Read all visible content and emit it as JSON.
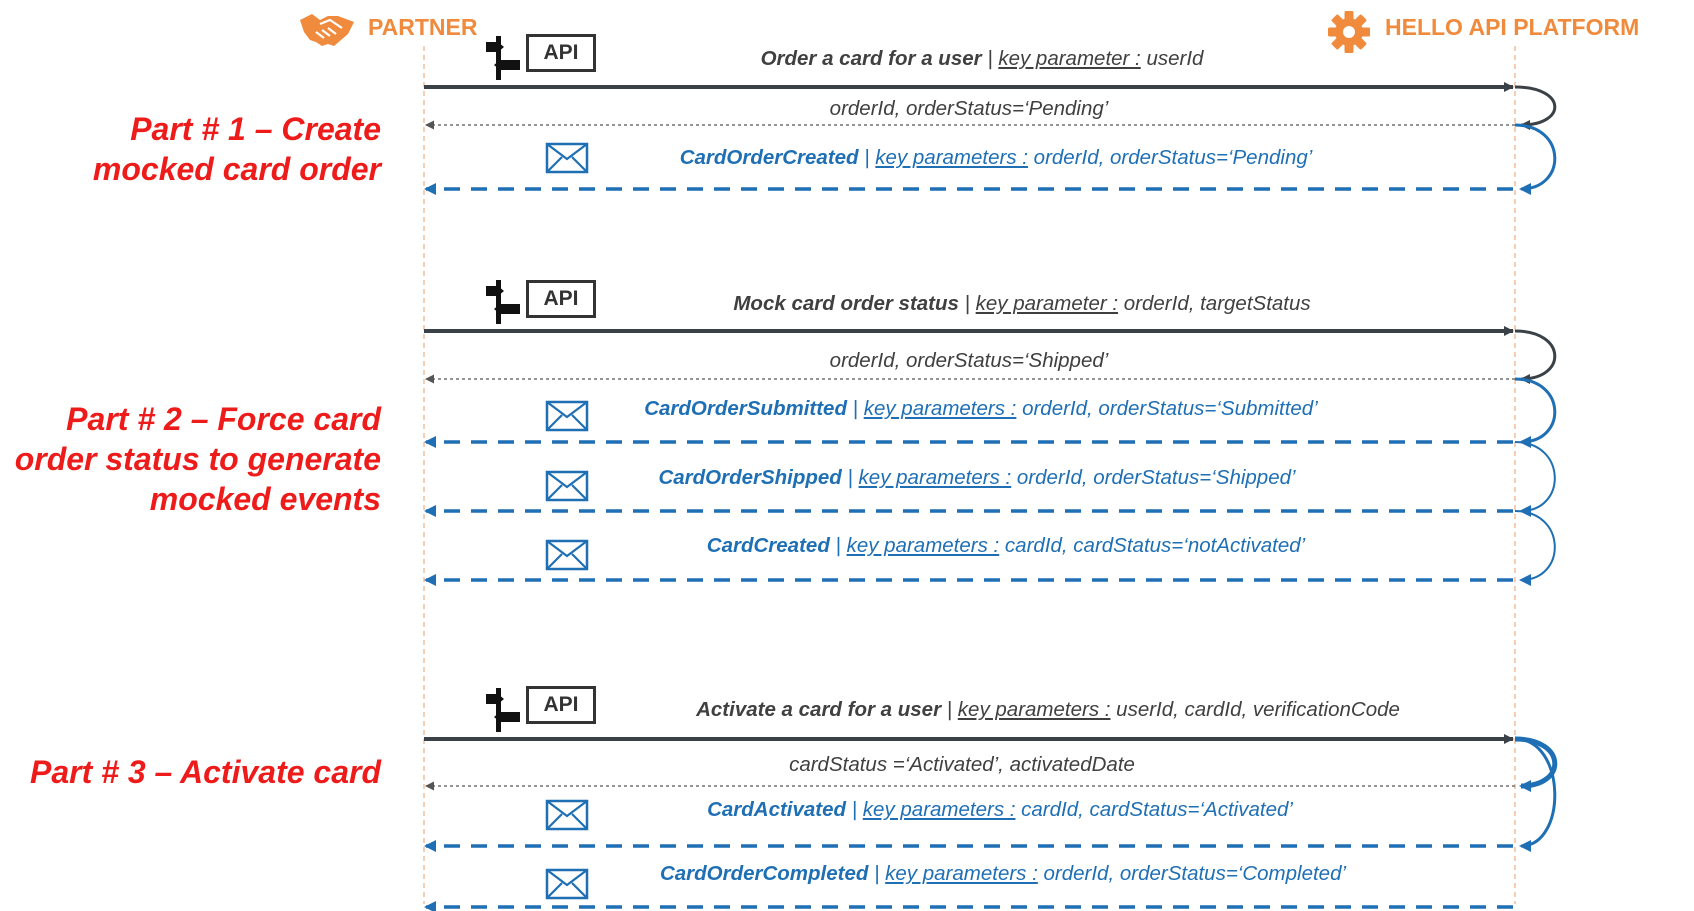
{
  "actors": {
    "partner": "PARTNER",
    "platform": "HELLO API PLATFORM"
  },
  "colors": {
    "part_label": "#ee1b1b",
    "actor": "#f08a3c",
    "event_blue": "#1f6fb5",
    "api_line": "#3a4147"
  },
  "parts": [
    {
      "label_lines": [
        "Part # 1 – Create",
        "mocked card order"
      ],
      "api_label": "API",
      "request": {
        "action": "Order a card for a user",
        "sep": " | ",
        "key": "key parameter :",
        "params": " userId"
      },
      "response": "orderId, orderStatus=‘Pending’",
      "events": [
        {
          "name": "CardOrderCreated",
          "sep": " |  ",
          "key": "key parameters :",
          "params": " orderId, orderStatus=‘Pending’"
        }
      ]
    },
    {
      "label_lines": [
        "Part # 2 – Force card",
        "order status to generate",
        "mocked events"
      ],
      "api_label": "API",
      "request": {
        "action": "Mock card order status",
        "sep": " | ",
        "key": "key parameter :",
        "params": " orderId, targetStatus"
      },
      "response": "orderId, orderStatus=‘Shipped’",
      "events": [
        {
          "name": "CardOrderSubmitted",
          "sep": " | ",
          "key": "key parameters :",
          "params": " orderId, orderStatus=‘Submitted’"
        },
        {
          "name": "CardOrderShipped",
          "sep": " | ",
          "key": "key parameters :",
          "params": " orderId, orderStatus=‘Shipped’"
        },
        {
          "name": "CardCreated",
          "sep": " | ",
          "key": "key parameters :",
          "params": " cardId, cardStatus=‘notActivated’"
        }
      ]
    },
    {
      "label_lines": [
        "Part # 3 – Activate card"
      ],
      "api_label": "API",
      "request": {
        "action": "Activate a card for a user",
        "sep": " | ",
        "key": "key parameters :",
        "params": " userId, cardId, verificationCode"
      },
      "response": "cardStatus =‘Activated’, activatedDate",
      "events": [
        {
          "name": "CardActivated",
          "sep": " | ",
          "key": "key parameters :",
          "params": " cardId, cardStatus=‘Activated’"
        },
        {
          "name": "CardOrderCompleted",
          "sep": " | ",
          "key": "key parameters :",
          "params": " orderId, orderStatus=‘Completed’"
        }
      ]
    }
  ]
}
